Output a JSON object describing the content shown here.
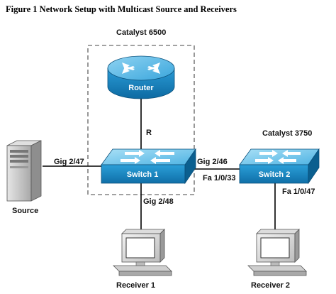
{
  "figure": {
    "caption": "Figure 1   Network Setup with Multicast Source and Receivers"
  },
  "groups": {
    "catalyst6500": "Catalyst 6500",
    "catalyst3750": "Catalyst 3750"
  },
  "devices": {
    "router": "Router",
    "switch1": "Switch 1",
    "switch2": "Switch 2",
    "source": "Source",
    "receiver1": "Receiver 1",
    "receiver2": "Receiver 2"
  },
  "ports": {
    "router_link": "R",
    "source_port": "Gig 2/47",
    "sw1_to_sw2": "Gig 2/46",
    "sw2_to_sw1": "Fa 1/0/33",
    "sw1_to_rx1": "Gig 2/48",
    "sw2_to_rx2": "Fa 1/0/47"
  },
  "colors": {
    "device_blue": "#1f8fc9",
    "device_blue_dark": "#0b5f8f",
    "device_blue_light": "#6fc3ea",
    "arrow_white": "#ffffff"
  }
}
